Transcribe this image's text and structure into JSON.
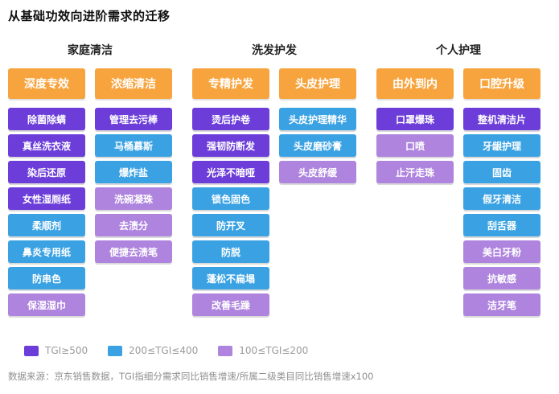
{
  "chart_data": {
    "type": "table",
    "title": "从基础功效向进阶需求的迁移",
    "colors": {
      "header": "#F7A43E",
      "high": "#6C3DD9",
      "mid": "#3AA2E3",
      "low": "#AE84DE"
    },
    "legend": [
      {
        "label": "TGI≥500",
        "band": "high"
      },
      {
        "label": "200≤TGI≤400",
        "band": "mid"
      },
      {
        "label": "100≤TGI≤200",
        "band": "low"
      }
    ],
    "groups": [
      {
        "label": "家庭清洁",
        "columns": [
          {
            "header": "深度专效",
            "items": [
              {
                "label": "除菌除螨",
                "band": "high"
              },
              {
                "label": "真丝洗衣液",
                "band": "high"
              },
              {
                "label": "染后还原",
                "band": "high"
              },
              {
                "label": "女性湿厕纸",
                "band": "high"
              },
              {
                "label": "柔顺剂",
                "band": "mid"
              },
              {
                "label": "鼻炎专用纸",
                "band": "mid"
              },
              {
                "label": "防串色",
                "band": "mid"
              },
              {
                "label": "保湿湿巾",
                "band": "low"
              }
            ]
          },
          {
            "header": "浓缩清洁",
            "items": [
              {
                "label": "管理去污棒",
                "band": "high"
              },
              {
                "label": "马桶慕斯",
                "band": "mid"
              },
              {
                "label": "爆炸盐",
                "band": "mid"
              },
              {
                "label": "洗碗凝珠",
                "band": "low"
              },
              {
                "label": "去渍分",
                "band": "low"
              },
              {
                "label": "便捷去渍笔",
                "band": "low"
              }
            ]
          }
        ]
      },
      {
        "label": "洗发护发",
        "columns": [
          {
            "header": "专精护发",
            "items": [
              {
                "label": "烫后护卷",
                "band": "high"
              },
              {
                "label": "强韧防断发",
                "band": "high"
              },
              {
                "label": "光泽不暗哑",
                "band": "high"
              },
              {
                "label": "锁色固色",
                "band": "mid"
              },
              {
                "label": "防开叉",
                "band": "mid"
              },
              {
                "label": "防脱",
                "band": "mid"
              },
              {
                "label": "蓬松不扁塌",
                "band": "mid"
              },
              {
                "label": "改善毛躁",
                "band": "low"
              }
            ]
          },
          {
            "header": "头皮护理",
            "items": [
              {
                "label": "头皮护理精华",
                "band": "mid"
              },
              {
                "label": "头皮磨砂膏",
                "band": "mid"
              },
              {
                "label": "头皮舒缓",
                "band": "low"
              }
            ]
          }
        ]
      },
      {
        "label": "个人护理",
        "columns": [
          {
            "header": "由外到内",
            "items": [
              {
                "label": "口罩爆珠",
                "band": "high"
              },
              {
                "label": "口喷",
                "band": "low"
              },
              {
                "label": "止汗走珠",
                "band": "low"
              }
            ]
          },
          {
            "header": "口腔升级",
            "items": [
              {
                "label": "整机清洁片",
                "band": "high"
              },
              {
                "label": "牙龈护理",
                "band": "mid"
              },
              {
                "label": "固齿",
                "band": "mid"
              },
              {
                "label": "假牙清洁",
                "band": "mid"
              },
              {
                "label": "刮舌器",
                "band": "mid"
              },
              {
                "label": "美白牙粉",
                "band": "low"
              },
              {
                "label": "抗敏感",
                "band": "low"
              },
              {
                "label": "洁牙笔",
                "band": "low"
              }
            ]
          }
        ]
      }
    ],
    "source": "数据来源：京东销售数据，TGI指细分需求同比销售增速/所属二级类目同比销售增速x100"
  }
}
